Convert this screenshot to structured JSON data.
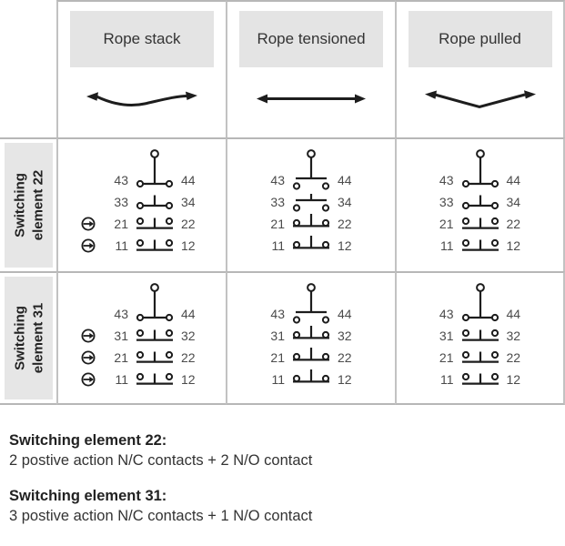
{
  "table": {
    "columns": [
      {
        "label": "Rope stack",
        "icon": "rope-slack-icon"
      },
      {
        "label": "Rope tensioned",
        "icon": "rope-tensioned-icon"
      },
      {
        "label": "Rope pulled",
        "icon": "rope-pulled-icon"
      }
    ],
    "rows": [
      {
        "label_line1": "Switching",
        "label_line2": "element 22",
        "cells": [
          {
            "contacts": [
              {
                "left": "43",
                "right": "44",
                "symbol": "no-closed",
                "actuator": true,
                "positive_opening": false
              },
              {
                "left": "33",
                "right": "34",
                "symbol": "no-closed",
                "actuator": false,
                "positive_opening": false
              },
              {
                "left": "21",
                "right": "22",
                "symbol": "nc-open",
                "actuator": false,
                "positive_opening": true
              },
              {
                "left": "11",
                "right": "12",
                "symbol": "nc-open",
                "actuator": false,
                "positive_opening": true
              }
            ]
          },
          {
            "contacts": [
              {
                "left": "43",
                "right": "44",
                "symbol": "no-open",
                "actuator": true,
                "positive_opening": false
              },
              {
                "left": "33",
                "right": "34",
                "symbol": "no-open",
                "actuator": false,
                "positive_opening": false
              },
              {
                "left": "21",
                "right": "22",
                "symbol": "nc-closed",
                "actuator": false,
                "positive_opening": false
              },
              {
                "left": "11",
                "right": "12",
                "symbol": "nc-closed",
                "actuator": false,
                "positive_opening": false
              }
            ]
          },
          {
            "contacts": [
              {
                "left": "43",
                "right": "44",
                "symbol": "no-closed",
                "actuator": true,
                "positive_opening": false
              },
              {
                "left": "33",
                "right": "34",
                "symbol": "no-closed",
                "actuator": false,
                "positive_opening": false
              },
              {
                "left": "21",
                "right": "22",
                "symbol": "nc-open",
                "actuator": false,
                "positive_opening": false
              },
              {
                "left": "11",
                "right": "12",
                "symbol": "nc-open",
                "actuator": false,
                "positive_opening": false
              }
            ]
          }
        ]
      },
      {
        "label_line1": "Switching",
        "label_line2": "element 31",
        "cells": [
          {
            "contacts": [
              {
                "left": "43",
                "right": "44",
                "symbol": "no-closed",
                "actuator": true,
                "positive_opening": false
              },
              {
                "left": "31",
                "right": "32",
                "symbol": "nc-open",
                "actuator": false,
                "positive_opening": true
              },
              {
                "left": "21",
                "right": "22",
                "symbol": "nc-open",
                "actuator": false,
                "positive_opening": true
              },
              {
                "left": "11",
                "right": "12",
                "symbol": "nc-open",
                "actuator": false,
                "positive_opening": true
              }
            ]
          },
          {
            "contacts": [
              {
                "left": "43",
                "right": "44",
                "symbol": "no-open",
                "actuator": true,
                "positive_opening": false
              },
              {
                "left": "31",
                "right": "32",
                "symbol": "nc-closed",
                "actuator": false,
                "positive_opening": false
              },
              {
                "left": "21",
                "right": "22",
                "symbol": "nc-closed",
                "actuator": false,
                "positive_opening": false
              },
              {
                "left": "11",
                "right": "12",
                "symbol": "nc-closed",
                "actuator": false,
                "positive_opening": false
              }
            ]
          },
          {
            "contacts": [
              {
                "left": "43",
                "right": "44",
                "symbol": "no-closed",
                "actuator": true,
                "positive_opening": false
              },
              {
                "left": "31",
                "right": "32",
                "symbol": "nc-open",
                "actuator": false,
                "positive_opening": false
              },
              {
                "left": "21",
                "right": "22",
                "symbol": "nc-open",
                "actuator": false,
                "positive_opening": false
              },
              {
                "left": "11",
                "right": "12",
                "symbol": "nc-open",
                "actuator": false,
                "positive_opening": false
              }
            ]
          }
        ]
      }
    ]
  },
  "notes": [
    {
      "title": "Switching element 22:",
      "body": "2 postive action N/C contacts + 2 N/O contact"
    },
    {
      "title": "Switching element 31:",
      "body": "3 postive action N/C contacts + 1 N/O contact"
    }
  ],
  "colors": {
    "chip_bg": "#e4e4e4",
    "border_horizontal": "#b7b7b7",
    "border_vertical": "#c2c2c2",
    "symbol": "#1d1d1d",
    "number": "#4b4b4b",
    "text": "#2e2e2e"
  }
}
